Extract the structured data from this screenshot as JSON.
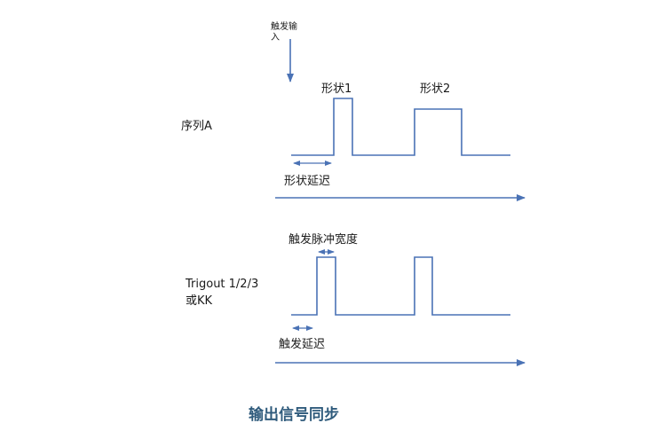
{
  "trigger_input": {
    "label_line1": "触发输",
    "label_line2": "入"
  },
  "sequence_a": {
    "row_label": "序列A",
    "shape1_label": "形状1",
    "shape2_label": "形状2",
    "delay_label": "形状延迟"
  },
  "trigout": {
    "row_label_line1": "Trigout 1/2/3",
    "row_label_line2": "或KK",
    "pulse_width_label": "触发脉冲宽度",
    "delay_label": "触发延迟"
  },
  "caption": "输出信号同步",
  "colors": {
    "line": "#4a72b5",
    "caption": "#2f5b7c",
    "text": "#1a1a1a"
  }
}
